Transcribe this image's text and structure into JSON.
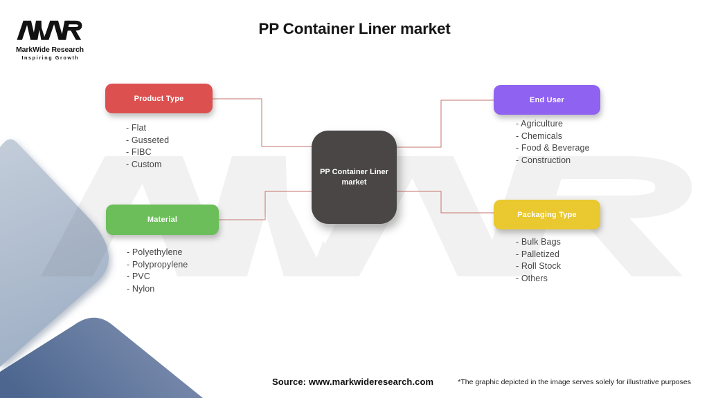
{
  "title": "PP Container Liner market",
  "logo": {
    "glyph": "MWR monogram",
    "brand": "MarkWide Research",
    "tagline": "Inspiring Growth"
  },
  "center_node": {
    "label": "PP Container Liner market"
  },
  "list_prefix": "- ",
  "segments": [
    {
      "id": "product-type",
      "label": "Product Type",
      "color": "#dc5150",
      "items": [
        "Flat",
        "Gusseted",
        "FIBC",
        "Custom"
      ]
    },
    {
      "id": "end-user",
      "label": "End User",
      "color": "#9062f2",
      "items": [
        "Agriculture",
        "Chemicals",
        "Food & Beverage",
        "Construction"
      ]
    },
    {
      "id": "material",
      "label": "Material",
      "color": "#6bbe59",
      "items": [
        "Polyethylene",
        "Polypropylene",
        "PVC",
        "Nylon"
      ]
    },
    {
      "id": "packaging-type",
      "label": "Packaging Type",
      "color": "#eac82f",
      "items": [
        "Bulk Bags",
        "Palletized",
        "Roll Stock",
        "Others"
      ]
    }
  ],
  "footer": {
    "source": "Source: www.markwideresearch.com",
    "disclaimer": "*The graphic depicted in the image serves solely for illustrative purposes"
  },
  "colors": {
    "connector": "#c4736c",
    "center_node_bg": "#494645",
    "watermark": "#3a3a3a"
  }
}
